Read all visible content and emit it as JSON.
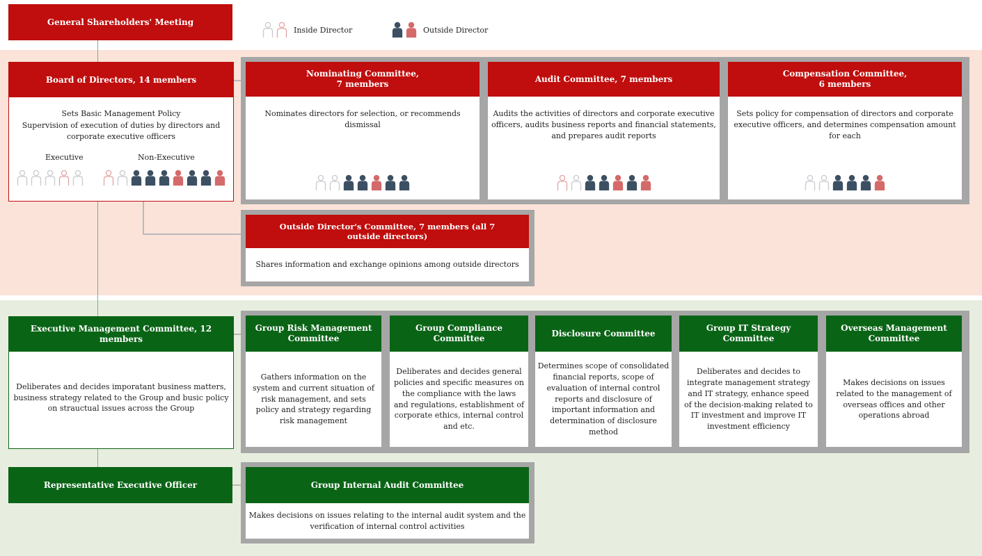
{
  "colors": {
    "red": "#c00d0d",
    "green": "#0a6416",
    "frame": "#a6a6a6",
    "inside": "#c9c9d0",
    "navy": "#3d5063",
    "rose": "#d46a6a",
    "pink_outline": "#e3a4a4"
  },
  "shareholders": {
    "label": "General Shareholders' Meeting"
  },
  "legend": {
    "inside": "Inside Director",
    "outside": "Outside Director"
  },
  "board": {
    "title": "Board of Directors, 14 members",
    "line1": "Sets Basic Management Policy",
    "line2": "Supervision of execution of duties by directors and corporate executive officers",
    "executive_label": "Executive",
    "non_executive_label": "Non-Executive",
    "executive_icons": [
      "inside-gray",
      "inside-gray",
      "inside-gray",
      "inside-pink",
      "inside-gray"
    ],
    "non_executive_icons": [
      "inside-pink",
      "inside-gray",
      "outside-navy",
      "outside-navy",
      "outside-navy",
      "outside-rose",
      "outside-navy",
      "outside-navy",
      "outside-rose"
    ]
  },
  "committees": [
    {
      "title": "Nominating Committee,\n7 members",
      "desc": "Nominates directors for selection, or recommends dismissal",
      "icons": [
        "inside-gray",
        "inside-gray",
        "outside-navy",
        "outside-navy",
        "outside-rose",
        "outside-navy",
        "outside-navy"
      ]
    },
    {
      "title": "Audit Committee, 7 members",
      "desc": "Audits the activities of directors and corporate executive officers, audits business reports and financial  statements, and prepares audit reports",
      "icons": [
        "inside-pink",
        "inside-gray",
        "outside-navy",
        "outside-navy",
        "outside-rose",
        "outside-navy",
        "outside-rose"
      ]
    },
    {
      "title": "Compensation Committee,\n6 members",
      "desc": "Sets policy for compensation of directors and corporate executive officers, and determines compensation amount for each",
      "icons": [
        "inside-gray",
        "inside-gray",
        "outside-navy",
        "outside-navy",
        "outside-navy",
        "outside-rose"
      ]
    }
  ],
  "outside_committee": {
    "title": "Outside Director's Committee, 7 members (all 7 outside directors)",
    "desc": "Shares information and exchange opinions among outside directors"
  },
  "emc": {
    "title": "Executive Management Committee, 12 members",
    "desc": "Deliberates and decides imporatant business matters, business strategy related to the Group and busic policy on strauctual issues across the Group"
  },
  "group_committees": [
    {
      "title": "Group Risk Management Committee",
      "desc": "Gathers information on the system and current situation of risk management, and sets policy and strategy regarding risk management"
    },
    {
      "title": "Group Compliance Committee",
      "desc": "Deliberates and decides general policies and specific measures on the compliance with the laws and regulations, establishment of corporate ethics, internal control and etc."
    },
    {
      "title": "Disclosure Committee",
      "desc": "Determines scope of consolidated financial reports, scope of evaluation of internal control reports and disclosure of important information and determination of disclosure method"
    },
    {
      "title": "Group IT Strategy Committee",
      "desc": "Deliberates and decides to integrate management strategy and IT strategy, enhance speed of the decision-making related to IT investment and improve IT investment efficiency"
    },
    {
      "title": "Overseas Management Committee",
      "desc": "Makes decisions on issues related to the management of overseas offices and other operations abroad"
    }
  ],
  "rep_officer": {
    "title": "Representative Executive Officer"
  },
  "internal_audit": {
    "title": "Group Internal Audit Committee",
    "desc": "Makes decisions on issues relating to the internal audit system and the verification of internal control activities"
  }
}
